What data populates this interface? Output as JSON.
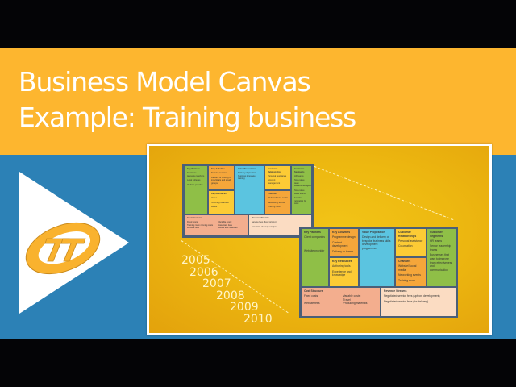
{
  "slide": {
    "title_line1": "Business Model Canvas",
    "title_line2": "Example: Training business",
    "colors": {
      "orange_band": "#FDB62F",
      "blue_band": "#2C81B6",
      "letterbox": "#040406",
      "frame_border": "#FFFFFF",
      "canvas_border": "#4A5F78"
    },
    "icons": {
      "play": "play-triangle-icon",
      "logo": "tt-logo-icon"
    }
  },
  "canvas_early": {
    "key_partners": {
      "title": "Key Partners",
      "items": [
        "Freelance language teachers",
        "Local colleges",
        "Website provider"
      ]
    },
    "key_activities": {
      "title": "Key Activities",
      "items": [
        "Training sessions",
        "Delivery of tutoring to individuals and small groups"
      ]
    },
    "key_resources": {
      "title": "Key Resources",
      "items": [
        "Venue",
        "Teaching materials",
        "Books"
      ]
    },
    "value_propositions": {
      "title": "Value Proposition",
      "items": [
        "Delivery of practical business language training"
      ]
    },
    "customer_relationships": {
      "title": "Customer Relationships",
      "items": [
        "Personal assistance",
        "Account management"
      ]
    },
    "channels": {
      "title": "Channels",
      "items": [
        "Website/Social media",
        "Networking events",
        "Training room"
      ]
    },
    "customer_segments": {
      "title": "Customer Segments",
      "items": [
        "HR teams",
        "Non-native team leaders/managers",
        "Non-native sales teams",
        "Families relocating for work"
      ]
    },
    "cost_structure": {
      "title": "Cost Structure",
      "col1": [
        "Fixed costs:",
        "Training room running costs",
        "Website fees"
      ],
      "col2": [
        "Variable costs:",
        "Associate fees",
        "Books and materials"
      ]
    },
    "revenue_streams": {
      "title": "Revenue Streams",
      "items": [
        "Service fees (fixed pricing)",
        "Associate delivery margins"
      ]
    }
  },
  "canvas_late": {
    "key_partners": {
      "title": "Key Partners",
      "items": [
        "Client companies",
        "Website provider"
      ]
    },
    "key_activities": {
      "title": "Key Activities",
      "items": [
        "Programme design",
        "Content development",
        "Delivery to teams"
      ]
    },
    "key_resources": {
      "title": "Key Resources",
      "items": [
        "Authoring tools",
        "Experience and knowledge"
      ]
    },
    "value_propositions": {
      "title": "Value Proposition",
      "items": [
        "Design and delivery of bespoke business skills development programmes"
      ]
    },
    "customer_relationships": {
      "title": "Customer Relationships",
      "items": [
        "Personal assistance",
        "Co-creation"
      ]
    },
    "channels": {
      "title": "Channels",
      "items": [
        "Website/Social media",
        "Networking events",
        "Training room"
      ]
    },
    "customer_segments": {
      "title": "Customer Segments",
      "items": [
        "HR teams",
        "Senior leadership teams",
        "Businesses that want to improve team effectiveness and communication"
      ]
    },
    "cost_structure": {
      "title": "Cost Structure",
      "col1": [
        "Fixed costs:",
        "Website fees"
      ],
      "col2": [
        "Variable costs:",
        "Travel",
        "Producing materials"
      ]
    },
    "revenue_streams": {
      "title": "Revenue Streams",
      "items": [
        "Negotiated service fees (upfront development)",
        "Negotiated service fees (for delivery)"
      ]
    }
  },
  "timeline": {
    "years": [
      "2005",
      "2006",
      "2007",
      "2008",
      "2009",
      "2010"
    ]
  }
}
